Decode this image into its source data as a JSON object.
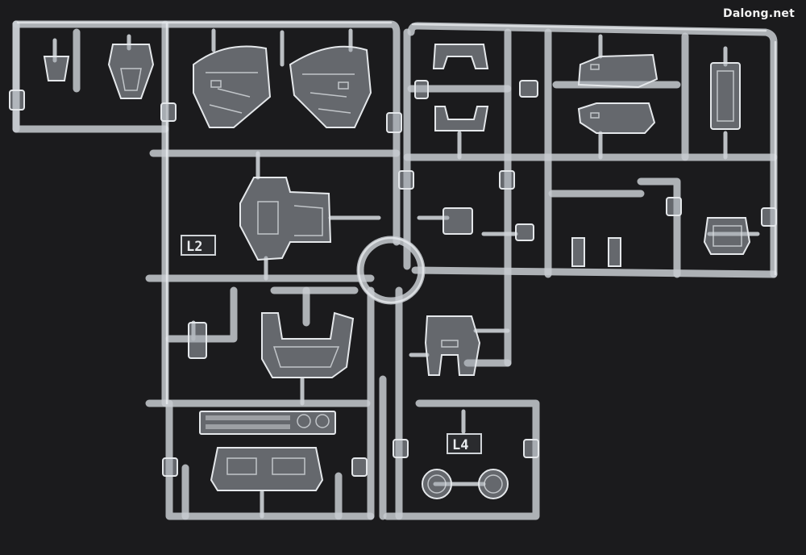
{
  "watermark": "Dalong.net",
  "tags": {
    "l2": "L2",
    "l4": "L4"
  },
  "colors": {
    "background": "#1b1b1d",
    "plastic": "#c7cbd0"
  }
}
